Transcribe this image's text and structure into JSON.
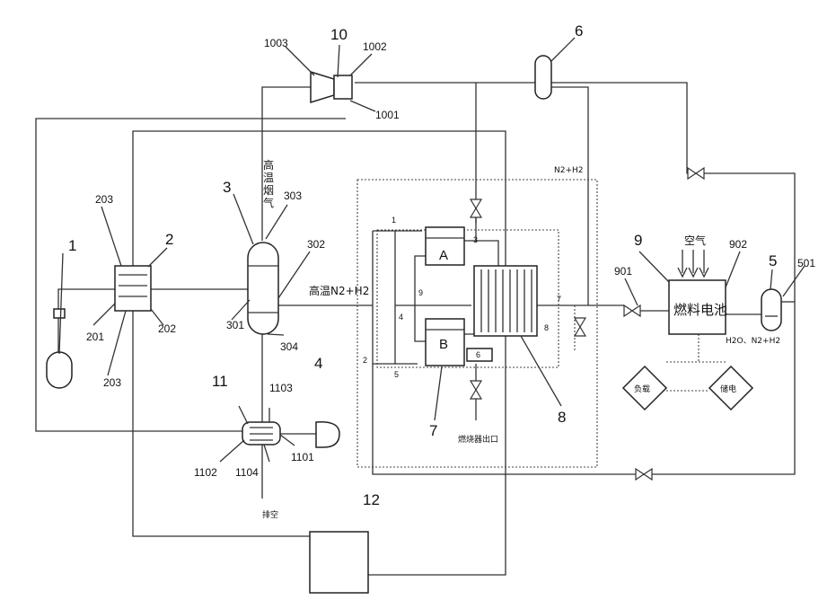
{
  "components": {
    "n1": "1",
    "n2": "2",
    "n3": "3",
    "n4": "4",
    "n5": "5",
    "n6": "6",
    "n7": "7",
    "n8": "8",
    "n9": "9",
    "n10": "10",
    "n11": "11",
    "n12": "12"
  },
  "ports": {
    "p201": "201",
    "p202": "202",
    "p203a": "203",
    "p203b": "203",
    "p301": "301",
    "p302": "302",
    "p303": "303",
    "p304": "304",
    "p501": "501",
    "p901": "901",
    "p902": "902",
    "p1001": "1001",
    "p1002": "1002",
    "p1003": "1003",
    "p1101": "1101",
    "p1102": "1102",
    "p1103": "1103",
    "p1104": "1104"
  },
  "texts": {
    "flue_gas": "高温烟气",
    "hot_n2h2": "高温N2+H2",
    "n2h2_top": "N2+H2",
    "air": "空气",
    "fuel_cell": "燃料电池",
    "reactor_a": "A",
    "reactor_b": "B",
    "load": "负载",
    "battery": "储电",
    "exhaust_out": "燃烧器出口",
    "vent": "排空",
    "water_out": "H2O、N2+H2"
  },
  "small_labels": [
    "1",
    "2",
    "3",
    "4",
    "5",
    "6",
    "7",
    "8",
    "9"
  ]
}
